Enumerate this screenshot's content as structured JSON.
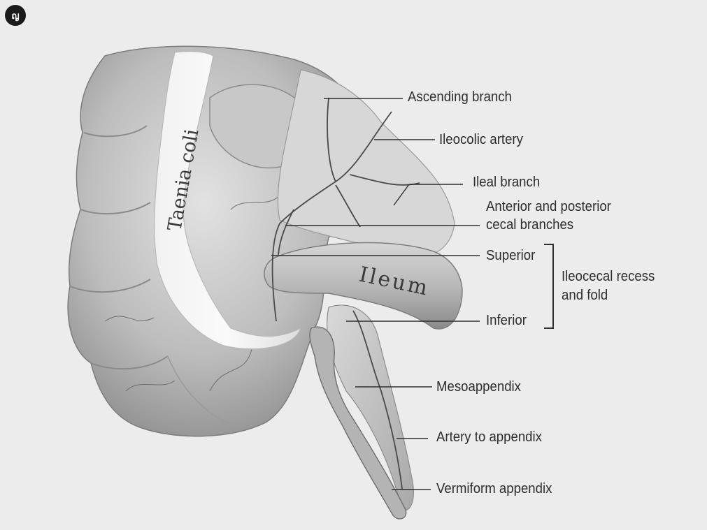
{
  "badge": "ญ",
  "figure": {
    "organ_labels": {
      "taenia": "Taenia coli",
      "ileum": "Ileum"
    },
    "callouts": [
      "Ascending branch",
      "Ileocolic artery",
      "Ileal branch",
      "Anterior and posterior",
      "cecal branches",
      "Superior",
      "Inferior",
      "Mesoappendix",
      "Artery to appendix",
      "Vermiform appendix"
    ],
    "bracket_label": [
      "Ileocecal recess",
      "and fold"
    ]
  }
}
